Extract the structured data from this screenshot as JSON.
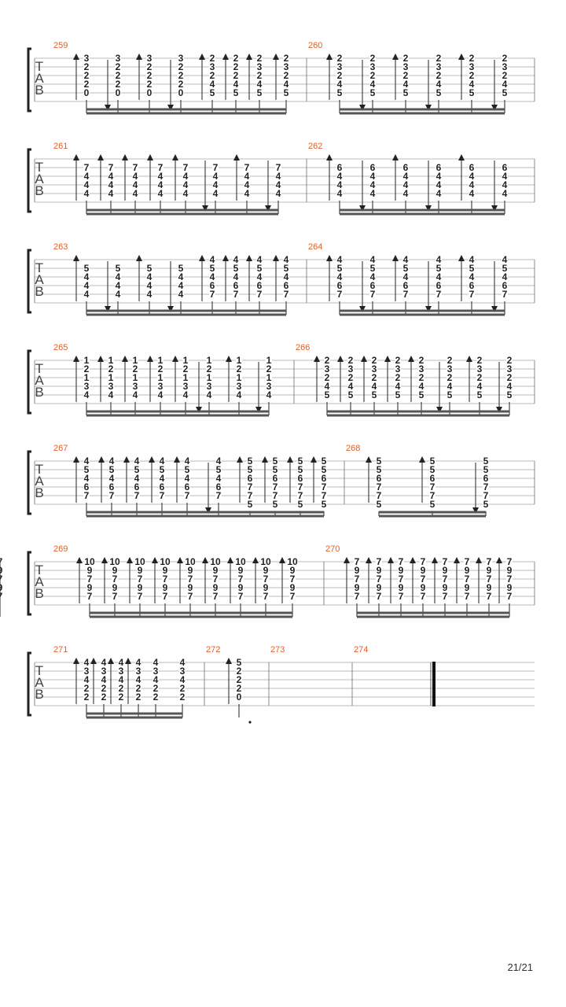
{
  "tab_label": [
    "T",
    "A",
    "B"
  ],
  "page_number": "21/21",
  "colors": {
    "measure_number": "#e0602a",
    "ink": "#222222",
    "staff_line": "#bbbbbb"
  },
  "systems": [
    {
      "measures": [
        {
          "number": "259",
          "chords": [
            [
              "3",
              "2",
              "2",
              "2",
              "0"
            ],
            [
              "3",
              "2",
              "2",
              "2",
              "0"
            ],
            [
              "3",
              "2",
              "2",
              "2",
              "0"
            ],
            [
              "3",
              "2",
              "2",
              "2",
              "0"
            ],
            [
              "2",
              "3",
              "2",
              "4",
              "5"
            ],
            [
              "2",
              "2",
              "2",
              "4",
              "5"
            ],
            [
              "2",
              "3",
              "2",
              "4",
              "5"
            ],
            [
              "2",
              "3",
              "2",
              "4",
              "5"
            ]
          ],
          "strokes": [
            "up",
            "down",
            "up",
            "down",
            "up",
            "up",
            "up",
            "up"
          ]
        },
        {
          "number": "260",
          "chords": [
            [
              "2",
              "3",
              "2",
              "4",
              "5"
            ],
            [
              "2",
              "3",
              "2",
              "4",
              "5"
            ],
            [
              "2",
              "3",
              "2",
              "4",
              "5"
            ],
            [
              "2",
              "3",
              "2",
              "4",
              "5"
            ],
            [
              "2",
              "3",
              "2",
              "4",
              "5"
            ],
            [
              "2",
              "3",
              "2",
              "4",
              "5"
            ]
          ],
          "strokes": [
            "up",
            "down",
            "up",
            "down",
            "up",
            "down"
          ]
        }
      ]
    },
    {
      "measures": [
        {
          "number": "261",
          "chords": [
            [
              "7",
              "4",
              "4",
              "4"
            ],
            [
              "7",
              "4",
              "4",
              "4"
            ],
            [
              "7",
              "4",
              "4",
              "4"
            ],
            [
              "7",
              "4",
              "4",
              "4"
            ],
            [
              "7",
              "4",
              "4",
              "4"
            ],
            [
              "7",
              "4",
              "4",
              "4"
            ],
            [
              "7",
              "4",
              "4",
              "4"
            ],
            [
              "7",
              "4",
              "4",
              "4"
            ]
          ],
          "strokes": [
            "up",
            "up",
            "up",
            "up",
            "up",
            "down",
            "up",
            "down"
          ]
        },
        {
          "number": "262",
          "chords": [
            [
              "6",
              "4",
              "4",
              "4"
            ],
            [
              "6",
              "4",
              "4",
              "4"
            ],
            [
              "6",
              "4",
              "4",
              "4"
            ],
            [
              "6",
              "4",
              "4",
              "4"
            ],
            [
              "6",
              "4",
              "4",
              "4"
            ],
            [
              "6",
              "4",
              "4",
              "4"
            ]
          ],
          "strokes": [
            "up",
            "down",
            "up",
            "down",
            "up",
            "down"
          ]
        }
      ]
    },
    {
      "measures": [
        {
          "number": "263",
          "chords": [
            [
              "5",
              "4",
              "4",
              "4"
            ],
            [
              "5",
              "4",
              "4",
              "4"
            ],
            [
              "5",
              "4",
              "4",
              "4"
            ],
            [
              "5",
              "4",
              "4",
              "4"
            ],
            [
              "4",
              "5",
              "4",
              "6",
              "7"
            ],
            [
              "4",
              "5",
              "4",
              "6",
              "7"
            ],
            [
              "4",
              "5",
              "4",
              "6",
              "7"
            ],
            [
              "4",
              "5",
              "4",
              "6",
              "7"
            ]
          ],
          "strokes": [
            "up",
            "down",
            "up",
            "down",
            "up",
            "up",
            "up",
            "up"
          ]
        },
        {
          "number": "264",
          "chords": [
            [
              "4",
              "5",
              "4",
              "6",
              "7"
            ],
            [
              "4",
              "5",
              "4",
              "6",
              "7"
            ],
            [
              "4",
              "5",
              "4",
              "6",
              "7"
            ],
            [
              "4",
              "5",
              "4",
              "6",
              "7"
            ],
            [
              "4",
              "5",
              "4",
              "6",
              "7"
            ],
            [
              "4",
              "5",
              "4",
              "6",
              "7"
            ]
          ],
          "strokes": [
            "up",
            "down",
            "up",
            "down",
            "up",
            "down"
          ]
        }
      ]
    },
    {
      "measures": [
        {
          "number": "265",
          "chords": [
            [
              "1",
              "2",
              "1",
              "3",
              "4"
            ],
            [
              "1",
              "2",
              "1",
              "3",
              "4"
            ],
            [
              "1",
              "2",
              "1",
              "3",
              "4"
            ],
            [
              "1",
              "2",
              "1",
              "3",
              "4"
            ],
            [
              "1",
              "2",
              "1",
              "3",
              "4"
            ],
            [
              "1",
              "2",
              "1",
              "3",
              "4"
            ],
            [
              "1",
              "2",
              "1",
              "3",
              "4"
            ],
            [
              "1",
              "2",
              "1",
              "3",
              "4"
            ]
          ],
          "strokes": [
            "up",
            "up",
            "up",
            "up",
            "up",
            "down",
            "up",
            "down"
          ]
        },
        {
          "number": "266",
          "chords": [
            [
              "2",
              "3",
              "2",
              "4",
              "5"
            ],
            [
              "2",
              "3",
              "2",
              "4",
              "5"
            ],
            [
              "2",
              "3",
              "2",
              "4",
              "5"
            ],
            [
              "2",
              "3",
              "2",
              "4",
              "5"
            ],
            [
              "2",
              "3",
              "2",
              "4",
              "5"
            ],
            [
              "2",
              "3",
              "2",
              "4",
              "5"
            ],
            [
              "2",
              "3",
              "2",
              "4",
              "5"
            ],
            [
              "2",
              "3",
              "2",
              "4",
              "5"
            ]
          ],
          "strokes": [
            "up",
            "up",
            "up",
            "up",
            "up",
            "down",
            "up",
            "down"
          ]
        }
      ]
    },
    {
      "measures": [
        {
          "number": "267",
          "chords": [
            [
              "4",
              "5",
              "4",
              "6",
              "7"
            ],
            [
              "4",
              "5",
              "4",
              "6",
              "7"
            ],
            [
              "4",
              "5",
              "4",
              "6",
              "7"
            ],
            [
              "4",
              "5",
              "4",
              "6",
              "7"
            ],
            [
              "4",
              "5",
              "4",
              "6",
              "7"
            ],
            [
              "4",
              "5",
              "4",
              "6",
              "7"
            ],
            [
              "5",
              "5",
              "6",
              "7",
              "7",
              "5"
            ],
            [
              "5",
              "5",
              "6",
              "7",
              "7",
              "5"
            ],
            [
              "5",
              "5",
              "6",
              "7",
              "7",
              "5"
            ],
            [
              "5",
              "5",
              "6",
              "7",
              "7",
              "5"
            ]
          ],
          "strokes": [
            "up",
            "up",
            "up",
            "up",
            "up",
            "down",
            "up",
            "up",
            "up",
            "up"
          ]
        },
        {
          "number": "268",
          "chords": [
            [
              "5",
              "5",
              "6",
              "7",
              "7",
              "5"
            ],
            [
              "5",
              "5",
              "6",
              "7",
              "7",
              "5"
            ],
            [
              "5",
              "5",
              "6",
              "7",
              "7",
              "5"
            ]
          ],
          "strokes": [
            "up",
            "up",
            "down"
          ]
        }
      ]
    },
    {
      "measures": [
        {
          "number": "269",
          "chords": [
            [
              "10",
              "9",
              "7",
              "9",
              "7"
            ],
            [
              "10",
              "9",
              "7",
              "9",
              "7"
            ],
            [
              "10",
              "9",
              "7",
              "9",
              "7"
            ],
            [
              "10",
              "9",
              "7",
              "9",
              "7"
            ],
            [
              "10",
              "9",
              "7",
              "9",
              "7"
            ],
            [
              "10",
              "9",
              "7",
              "9",
              "7"
            ],
            [
              "10",
              "9",
              "7",
              "9",
              "7"
            ],
            [
              "10",
              "9",
              "7",
              "9",
              "7"
            ],
            [
              "10",
              "9",
              "7",
              "9",
              "7"
            ]
          ],
          "strokes": [
            "up",
            "up",
            "up",
            "up",
            "up",
            "up",
            "up",
            "up",
            "up"
          ]
        },
        {
          "number": "270",
          "chords": [
            [
              "7",
              "9",
              "7",
              "9",
              "7"
            ],
            [
              "7",
              "9",
              "7",
              "9",
              "7"
            ],
            [
              "7",
              "9",
              "7",
              "9",
              "7"
            ],
            [
              "7",
              "9",
              "7",
              "9",
              "7"
            ],
            [
              "7",
              "9",
              "7",
              "9",
              "7"
            ],
            [
              "7",
              "9",
              "7",
              "9",
              "7"
            ],
            [
              "7",
              "9",
              "7",
              "9",
              "7"
            ],
            [
              "7",
              "9",
              "7",
              "9",
              "7"
            ],
            [
              "7",
              "9",
              "7",
              "9",
              "7"
            ]
          ],
          "strokes": [
            "up",
            "up",
            "up",
            "up",
            "up",
            "up",
            "up",
            "up",
            "up"
          ]
        }
      ]
    },
    {
      "measures": [
        {
          "number": "271",
          "chords": [
            [
              "4",
              "3",
              "4",
              "2",
              "2"
            ],
            [
              "4",
              "3",
              "4",
              "2",
              "2"
            ],
            [
              "4",
              "3",
              "4",
              "2",
              "2"
            ],
            [
              "4",
              "3",
              "4",
              "2",
              "2"
            ],
            [
              "4",
              "3",
              "4",
              "2",
              "2"
            ],
            [
              "4",
              "3",
              "4",
              "2",
              "2"
            ]
          ],
          "strokes": [
            "up",
            "up",
            "up",
            "up",
            "none",
            "none"
          ]
        },
        {
          "number": "272",
          "chords": [
            [
              "5",
              "2",
              "2",
              "2",
              "0"
            ]
          ],
          "strokes": [
            "up"
          ]
        },
        {
          "number": "273",
          "chords": [],
          "strokes": []
        },
        {
          "number": "274",
          "chords": [],
          "strokes": []
        }
      ]
    }
  ]
}
